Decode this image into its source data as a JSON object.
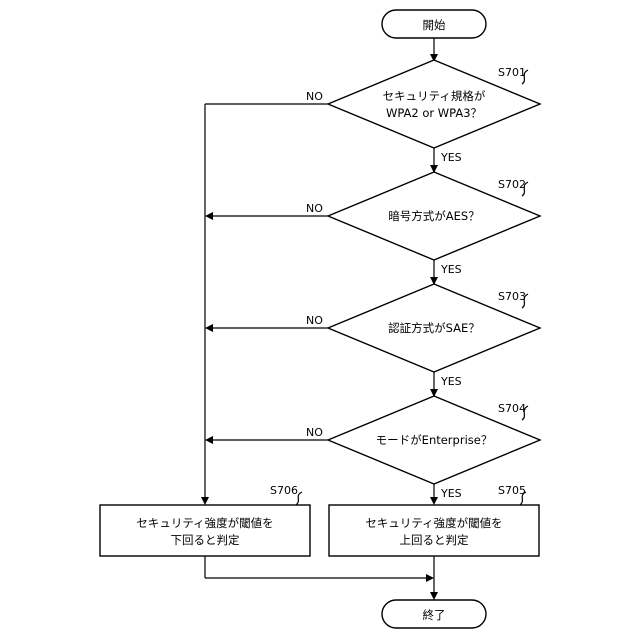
{
  "terminals": {
    "start": "開始",
    "end": "終了"
  },
  "decisions": [
    {
      "step": "S701",
      "lines": [
        "セキュリティ規格が",
        "WPA2 or WPA3？"
      ],
      "yes": "YES",
      "no": "NO"
    },
    {
      "step": "S702",
      "lines": [
        "暗号方式がAES？"
      ],
      "yes": "YES",
      "no": "NO"
    },
    {
      "step": "S703",
      "lines": [
        "認証方式がSAE？"
      ],
      "yes": "YES",
      "no": "NO"
    },
    {
      "step": "S704",
      "lines": [
        "モードがEnterprise？"
      ],
      "yes": "YES",
      "no": "NO"
    }
  ],
  "processes": [
    {
      "step": "S705",
      "lines": [
        "セキュリティ強度が閾値を",
        "上回ると判定"
      ]
    },
    {
      "step": "S706",
      "lines": [
        "セキュリティ強度が閾値を",
        "下回ると判定"
      ]
    }
  ]
}
